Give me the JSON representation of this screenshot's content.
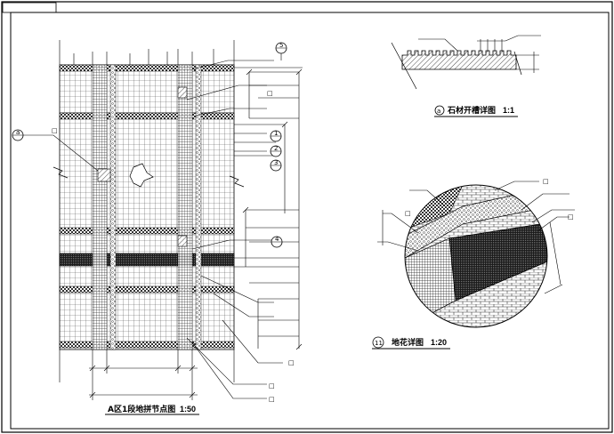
{
  "drawing": {
    "plan_title": "A区1段地拼节点图",
    "plan_scale": "1:50",
    "groove_title": "石材开槽详图",
    "groove_scale": "1:1",
    "groove_index": "a",
    "flower_title": "地花详图",
    "flower_scale": "1:20",
    "flower_index": "11",
    "callout_left": "a",
    "callout_top": "5",
    "callout_mid_1": "1",
    "callout_mid_2": "2",
    "callout_mid_3": "3",
    "callout_lower": "4",
    "box_glyph": "□"
  }
}
